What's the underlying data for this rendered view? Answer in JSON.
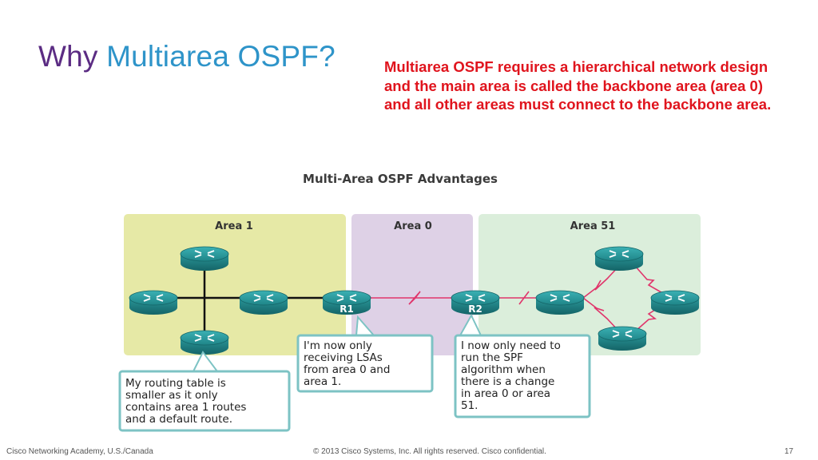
{
  "slide": {
    "title_part1": "Why ",
    "title_part2": "Multiarea OSPF?",
    "callout": "Multiarea OSPF requires a hierarchical network design and the main area is called the backbone area (area 0) and all other areas must connect to the backbone area.",
    "footer_left": "Cisco Networking Academy, U.S./Canada",
    "footer_center": "© 2013 Cisco Systems, Inc. All rights reserved. Cisco confidential.",
    "footer_right": "17"
  },
  "diagram": {
    "heading": "Multi-Area OSPF Advantages",
    "areas": [
      {
        "label": "Area 1",
        "color": "#e6e9a6"
      },
      {
        "label": "Area 0",
        "color": "#ded1e6"
      },
      {
        "label": "Area 51",
        "color": "#dbeedb"
      }
    ],
    "routers": {
      "r1": "R1",
      "r2": "R2"
    },
    "notes": {
      "area1": [
        "My routing table is",
        "smaller as it only",
        "contains area 1 routes",
        "and a default route."
      ],
      "r1": [
        "I'm now only",
        "receiving LSAs",
        "from area 0 and",
        "area 1."
      ],
      "r2": [
        "I now only need to",
        "run the SPF",
        "algorithm when",
        "there is a change",
        "in area 0 or area",
        "51."
      ]
    },
    "colors": {
      "router": "#1f7a7e",
      "router_dark": "#14595c",
      "serial_link": "#e0356b",
      "note_bg": "#ffffff",
      "note_border": "#7dc3c4"
    }
  }
}
